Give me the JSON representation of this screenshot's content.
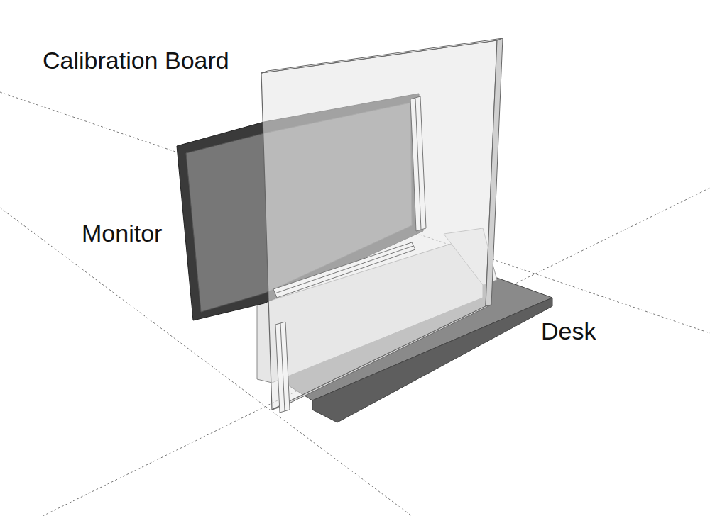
{
  "diagram": {
    "labels": [
      "Calibration Board",
      "Monitor",
      "Desk"
    ]
  }
}
